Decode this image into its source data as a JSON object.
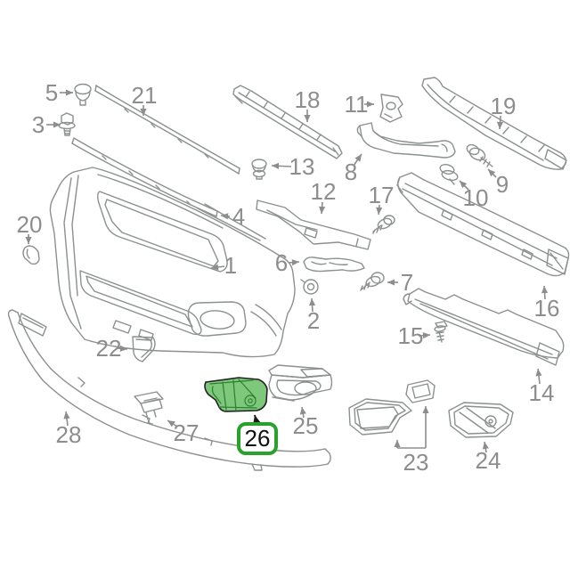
{
  "image": {
    "type": "exploded-parts-diagram",
    "subject": "Front bumper assembly exploded view",
    "background": "#ffffff"
  },
  "style": {
    "line_color": "#8c9090",
    "label_color": "#8d8d8d",
    "highlight_box_color": "#28a228",
    "highlight_part_fill": "#7dc87a",
    "highlight_part_line": "#2e7d32",
    "highlight_label_color": "#111111"
  },
  "highlighted_callout": "26",
  "callouts": [
    {
      "number": "1"
    },
    {
      "number": "2"
    },
    {
      "number": "3"
    },
    {
      "number": "4"
    },
    {
      "number": "5"
    },
    {
      "number": "6"
    },
    {
      "number": "7"
    },
    {
      "number": "8"
    },
    {
      "number": "9"
    },
    {
      "number": "10"
    },
    {
      "number": "11"
    },
    {
      "number": "12"
    },
    {
      "number": "13"
    },
    {
      "number": "14"
    },
    {
      "number": "15"
    },
    {
      "number": "16"
    },
    {
      "number": "17"
    },
    {
      "number": "18"
    },
    {
      "number": "19"
    },
    {
      "number": "20"
    },
    {
      "number": "21"
    },
    {
      "number": "22"
    },
    {
      "number": "23"
    },
    {
      "number": "24"
    },
    {
      "number": "25"
    },
    {
      "number": "26"
    },
    {
      "number": "27"
    },
    {
      "number": "28"
    }
  ]
}
